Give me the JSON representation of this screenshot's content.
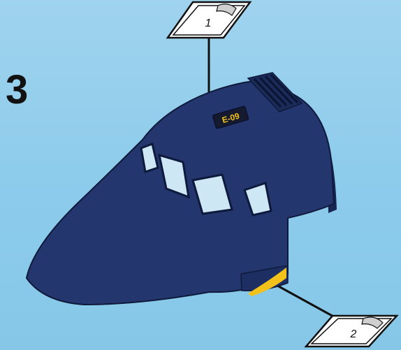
{
  "step": {
    "number": "3"
  },
  "callouts": [
    {
      "label": "1"
    },
    {
      "label": "2"
    }
  ],
  "part": {
    "decal_text": "E-09"
  },
  "colors": {
    "background": "#8ccbeb",
    "body": "#23376e",
    "body_shadow": "#172650",
    "window": "#cde7f4",
    "window_frame": "#0e1a3c",
    "decal_bg": "#151a2e",
    "decal_text": "#f2c21b",
    "accent_yellow": "#f2c21b"
  }
}
